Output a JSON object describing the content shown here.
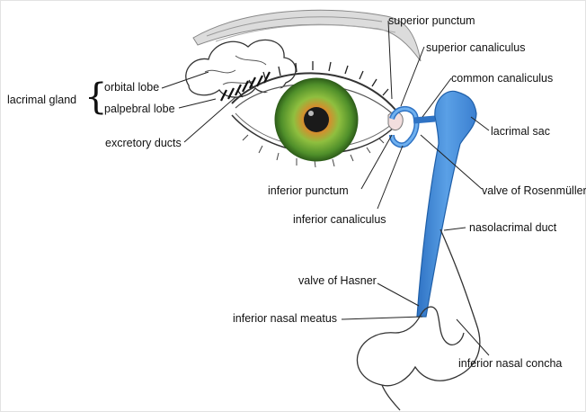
{
  "labels": {
    "lacrimal_gland": "lacrimal gland",
    "orbital_lobe": "orbital lobe",
    "palpebral_lobe": "palpebral lobe",
    "excretory_ducts": "excretory ducts",
    "superior_punctum": "superior punctum",
    "superior_canaliculus": "superior canaliculus",
    "common_canaliculus": "common canaliculus",
    "lacrimal_sac": "lacrimal sac",
    "valve_of_rosenmuller": "valve of Rosenmüller",
    "inferior_punctum": "inferior punctum",
    "inferior_canaliculus": "inferior canaliculus",
    "nasolacrimal_duct": "nasolacrimal duct",
    "valve_of_hasner": "valve of Hasner",
    "inferior_nasal_meatus": "inferior nasal meatus",
    "inferior_nasal_concha": "inferior nasal concha"
  },
  "colors": {
    "drainage_blue": "#4a90d9",
    "iris_green": "#6fa83a",
    "iris_orange": "#d98a2c",
    "pupil": "#1a1a1a",
    "line": "#222222"
  },
  "icons": {
    "brace": "left-curly-brace"
  }
}
